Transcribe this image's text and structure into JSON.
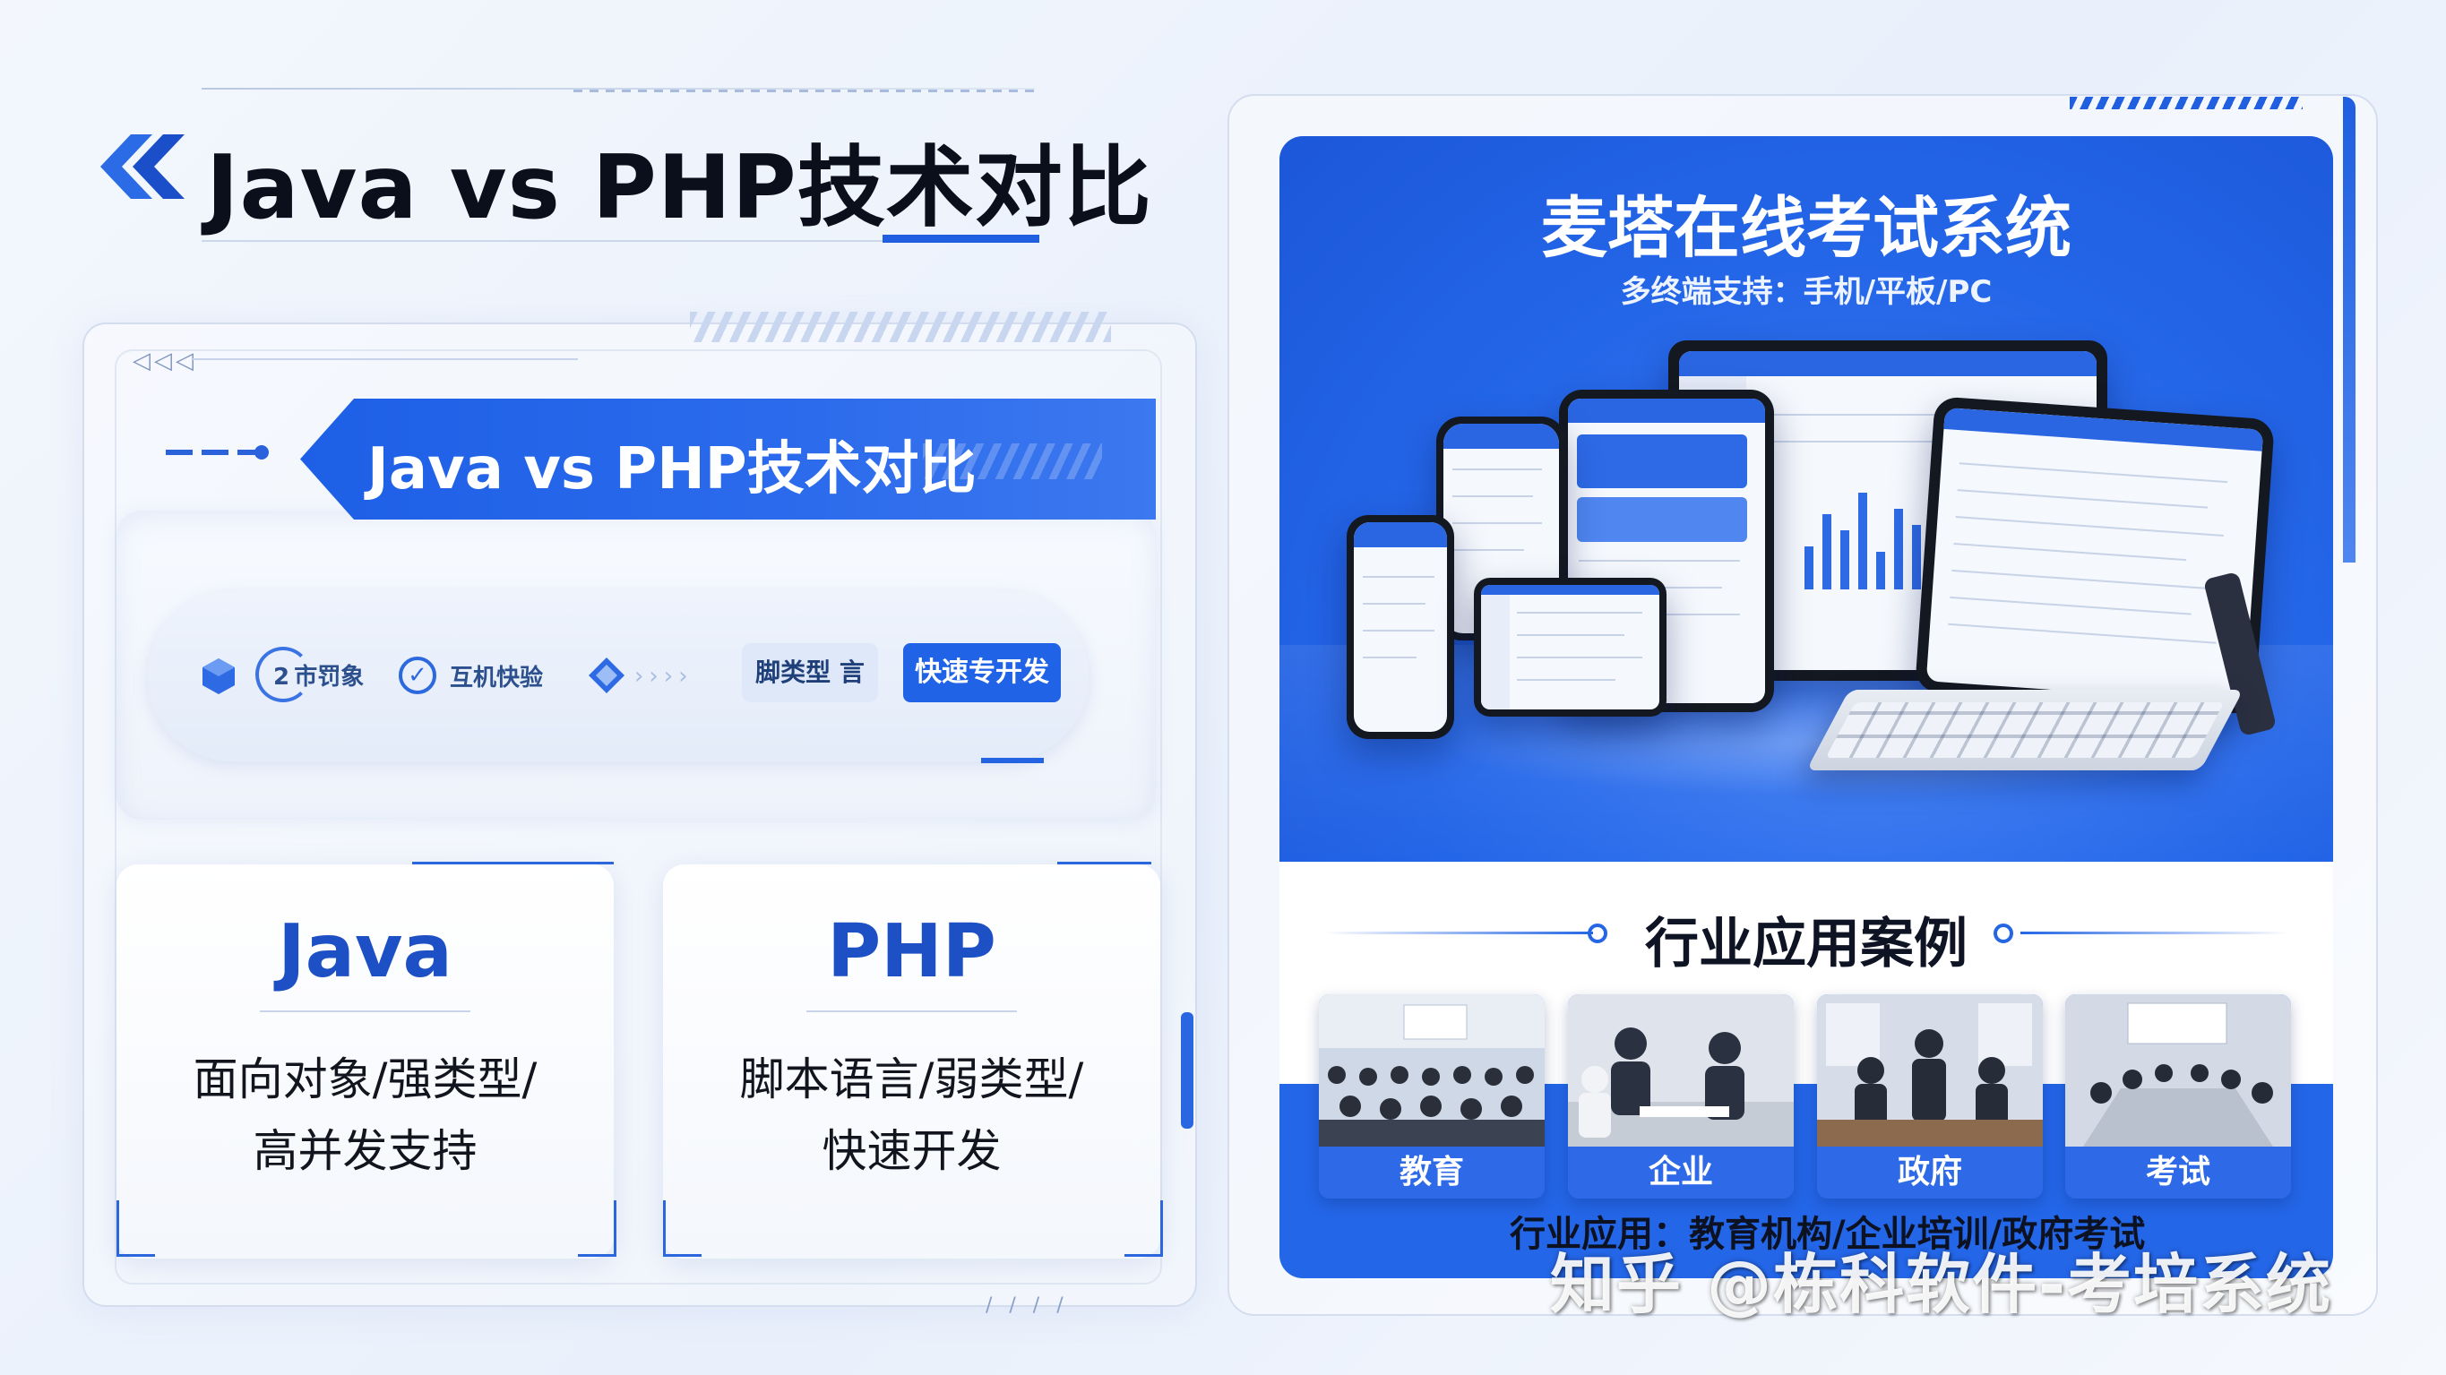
{
  "page": {
    "title": "Java vs PHP技术对比"
  },
  "left_panel": {
    "banner_title": "Java vs PHP技术对比",
    "pill": {
      "item_1": "2 市罚象",
      "item_2": "互机快验",
      "badge_light": "脚类型 言",
      "badge_dark": "快速专开发"
    },
    "cards": [
      {
        "title": "Java",
        "desc_line1": "面向对象/强类型/",
        "desc_line2": "高并发支持"
      },
      {
        "title": "PHP",
        "desc_line1": "脚本语言/弱类型/",
        "desc_line2": "快速开发"
      }
    ]
  },
  "right_panel": {
    "exam_title": "麦塔在线考试系统",
    "exam_subtitle": "多终端支持：手机/平板/PC",
    "industry_title": "行业应用案例",
    "cases": [
      {
        "label": "教育"
      },
      {
        "label": "企业"
      },
      {
        "label": "政府"
      },
      {
        "label": "考试"
      }
    ],
    "caption": "行业应用：教育机构/企业培训/政府考试",
    "watermark": "知乎 @栋科软件-考培系统"
  },
  "colors": {
    "primary_blue": "#2466e8",
    "title_dark": "#0b0f1c",
    "card_title_blue": "#1d4fc5"
  },
  "icons": [
    "double-chevron-logo-icon",
    "cube-icon",
    "check-circle-icon",
    "diamond-cube-icon"
  ]
}
